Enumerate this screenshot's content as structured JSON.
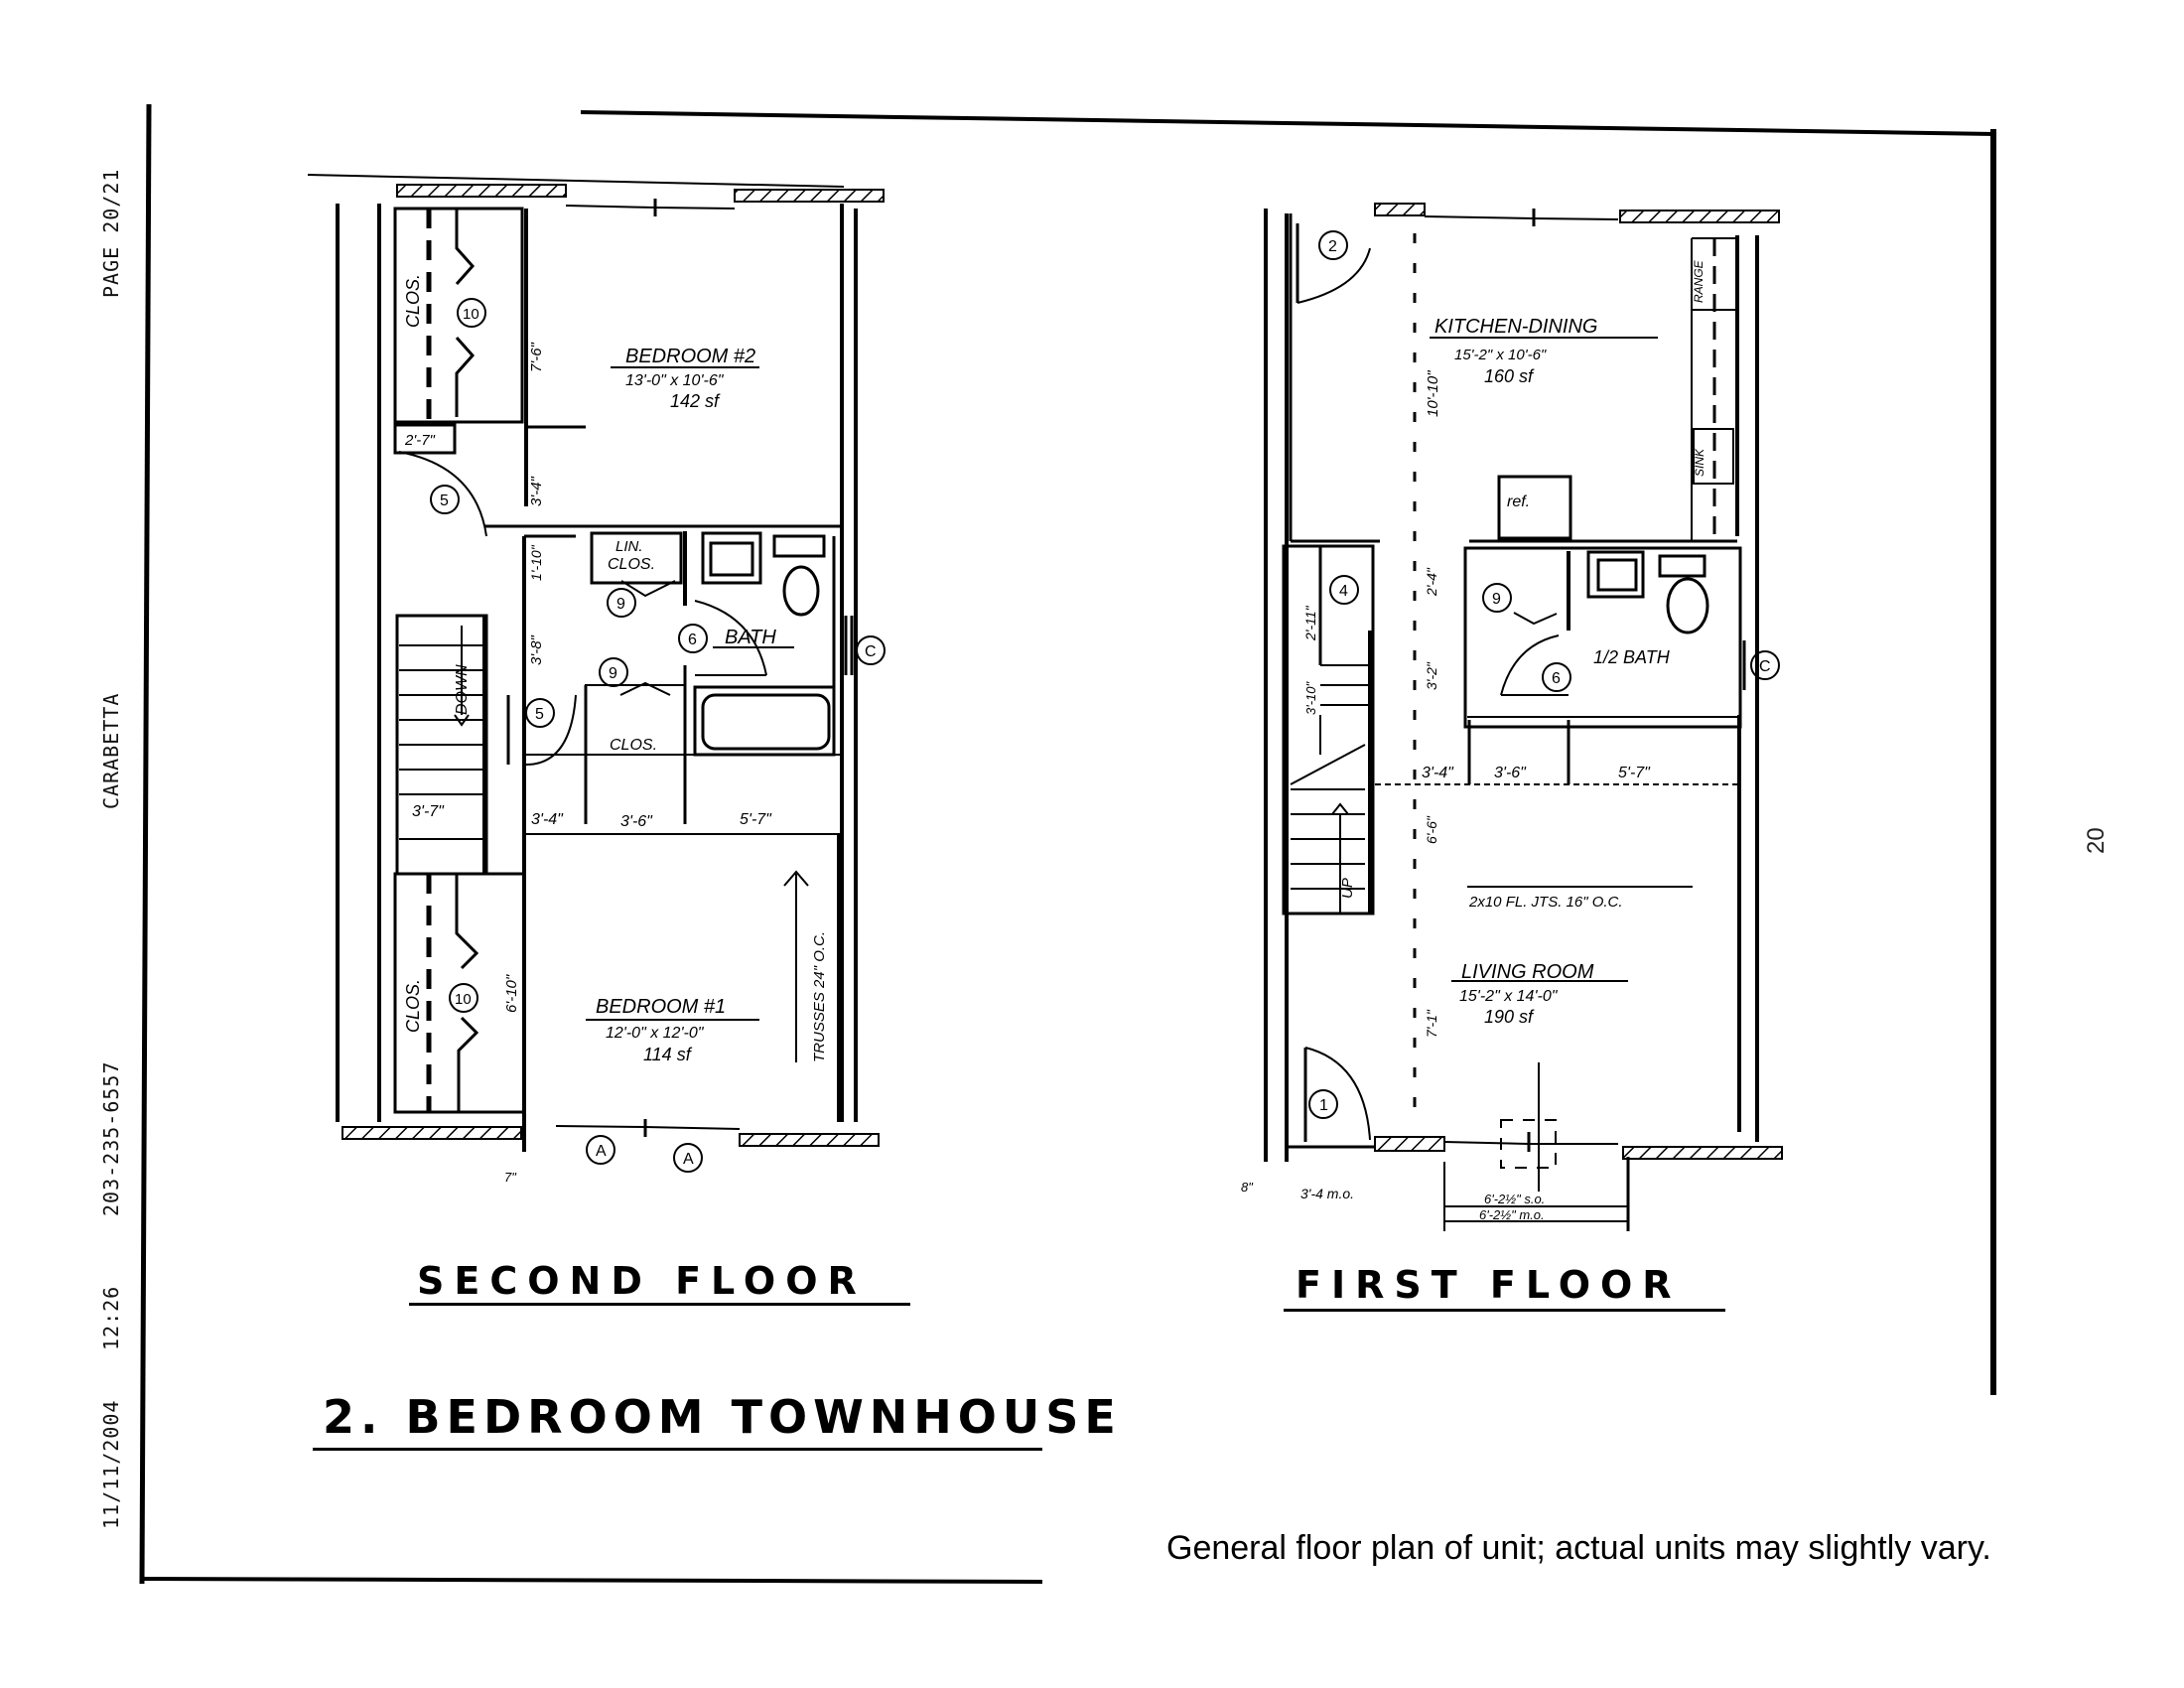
{
  "fax_header": {
    "date": "11/11/2004",
    "time": "12:26",
    "phone": "203-235-6557",
    "sender": "CARABETTA",
    "page": "PAGE  20/21"
  },
  "page_number": "20",
  "document_title": "2. BEDROOM TOWNHOUSE",
  "footnote": "General floor plan of unit; actual units may slightly vary.",
  "second_floor": {
    "label": "SECOND FLOOR",
    "rooms": [
      {
        "name": "BEDROOM #2",
        "dimensions": "13'-0\" x 10'-6\"",
        "area": "142 sf"
      },
      {
        "name": "BEDROOM #1",
        "dimensions": "12'-0\" x 12'-0\"",
        "area": "114 sf"
      },
      {
        "name": "BATH"
      },
      {
        "name": "LIN. CLOS."
      },
      {
        "name": "CLOS."
      },
      {
        "name": "CLOS. (closet 1)"
      },
      {
        "name": "CLOS. (closet 2)"
      }
    ],
    "room_labels": {
      "bedroom2": "BEDROOM #2",
      "bedroom2_dim": "13'-0\" x 10'-6\"",
      "bedroom2_area": "142 sf",
      "bedroom1": "BEDROOM #1",
      "bedroom1_dim": "12'-0\" x 12'-0\"",
      "bedroom1_area": "114 sf",
      "bath": "BATH",
      "lin_clos_1": "LIN.",
      "lin_clos_2": "CLOS.",
      "clos_hall": "CLOS.",
      "clos_top": "CLOS.",
      "clos_bottom": "CLOS.",
      "stair": "DOWN",
      "trusses": "TRUSSES 24\" O.C."
    },
    "dimensions": {
      "d_7_6": "7'-6\"",
      "d_3_4_upper": "3'-4\"",
      "d_2_7": "2'-7\"",
      "d_1_10": "1'-10\"",
      "d_3_8": "3'-8\"",
      "d_3_7": "3'-7\"",
      "d_3_4": "3'-4\"",
      "d_3_6": "3'-6\"",
      "d_5_7": "5'-7\"",
      "d_6_10": "6'-10\"",
      "d_7": "7\""
    },
    "tags": {
      "t10_top": "10",
      "t5_top": "5",
      "t9_a": "9",
      "t9_b": "9",
      "t6": "6",
      "t5_mid": "5",
      "tC": "C",
      "t10_bottom": "10",
      "tA_1": "A",
      "tA_2": "A"
    }
  },
  "first_floor": {
    "label": "FIRST FLOOR",
    "rooms": [
      {
        "name": "KITCHEN-DINING",
        "dimensions": "15'-2\" x 10'-6\"",
        "area": "160 sf"
      },
      {
        "name": "LIVING ROOM",
        "dimensions": "15'-2\" x 14'-0\"",
        "area": "190 sf"
      },
      {
        "name": "1/2 BATH"
      }
    ],
    "room_labels": {
      "kitchen": "KITCHEN-DINING",
      "kitchen_dim": "15'-2\" x 10'-6\"",
      "kitchen_area": "160 sf",
      "living": "LIVING ROOM",
      "living_dim": "15'-2\" x 14'-0\"",
      "living_area": "190 sf",
      "half_bath": "1/2 BATH",
      "ref": "ref.",
      "range": "RANGE",
      "sink": "SINK",
      "stair": "UP",
      "joists": "2x10 FL. JTS. 16\" O.C."
    },
    "dimensions": {
      "d_10_10": "10'-10\"",
      "d_2_4": "2'-4\"",
      "d_3_2": "3'-2\"",
      "d_2_11": "2'-11\"",
      "d_3_4": "3'-4\"",
      "d_3_6": "3'-6\"",
      "d_5_7": "5'-7\"",
      "d_6_6": "6'-6\"",
      "d_3_10": "3'-10\"",
      "d_7_1": "7'-1\"",
      "d_8": "8\"",
      "d_3_4_mo": "3'-4 m.o.",
      "d_6_2_so": "6'-2½\" s.o.",
      "d_6_2_mo": "6'-2½\" m.o."
    },
    "tags": {
      "t2": "2",
      "t4": "4",
      "t9": "9",
      "t6": "6",
      "tC": "C",
      "t1": "1"
    }
  }
}
